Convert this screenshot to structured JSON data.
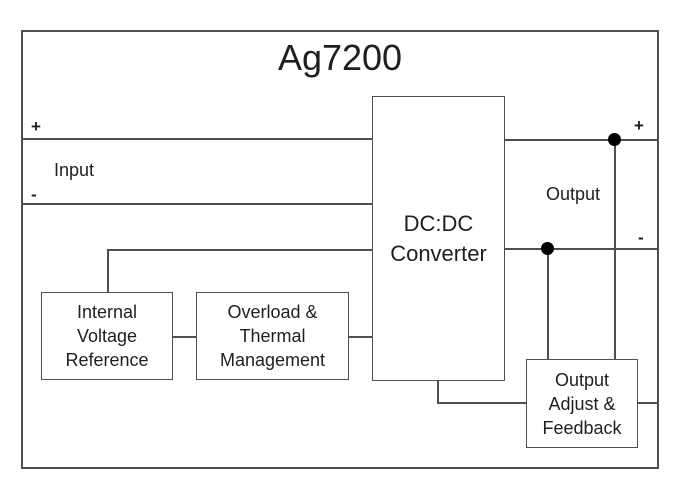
{
  "diagram": {
    "title": "Ag7200",
    "blocks": {
      "dcdc": {
        "lines": [
          "DC:DC",
          "Converter"
        ]
      },
      "ivr": {
        "lines": [
          "Internal",
          "Voltage",
          "Reference"
        ]
      },
      "otm": {
        "lines": [
          "Overload &",
          "Thermal",
          "Management"
        ]
      },
      "oaf": {
        "lines": [
          "Output",
          "Adjust &",
          "Feedback"
        ]
      }
    },
    "labels": {
      "input": "Input",
      "output": "Output",
      "input_plus": "+",
      "input_minus": "-",
      "output_plus": "+",
      "output_minus": "-"
    },
    "colors": {
      "line": "#4f4f4f",
      "text": "#1f1f1f",
      "background": "#ffffff",
      "junction_dot": "#000000"
    }
  }
}
